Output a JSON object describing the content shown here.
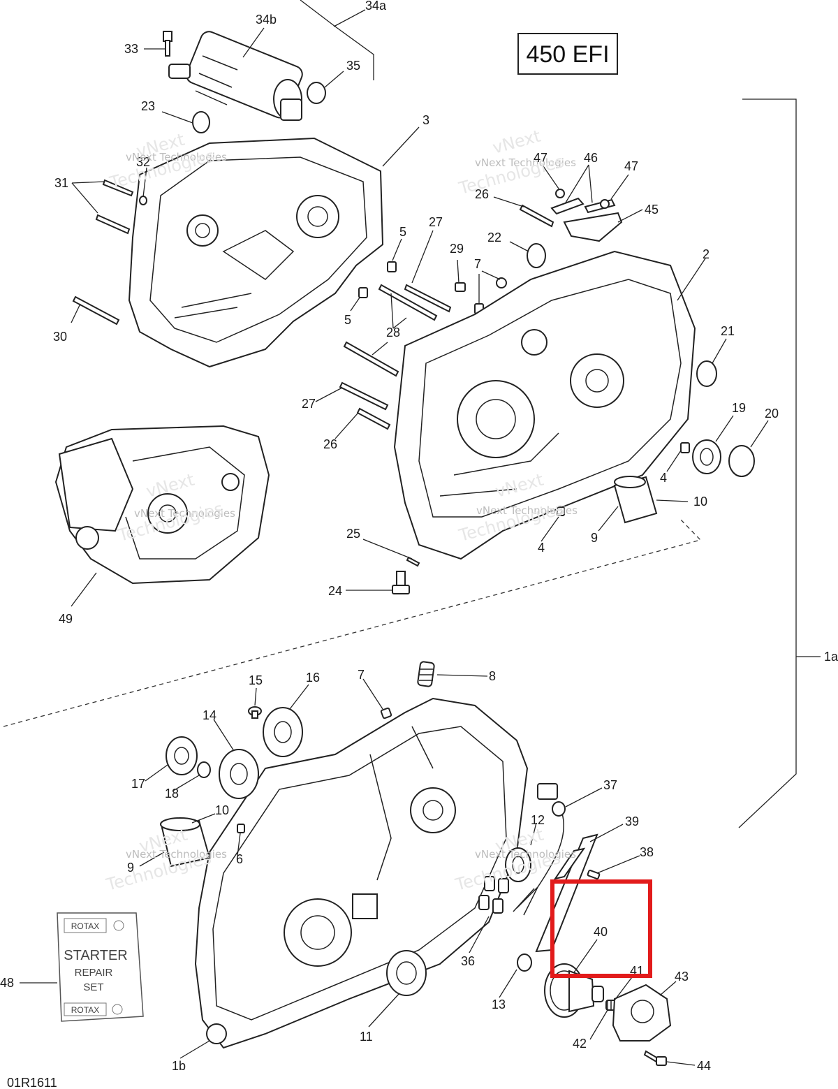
{
  "title": "450 EFI",
  "figure_code": "01R1611",
  "watermark": {
    "line1": "vNext Technologies",
    "line2": "Technologies",
    "top": "vNext"
  },
  "starter_set": {
    "brand": "ROTAX",
    "line1": "STARTER",
    "line2": "REPAIR",
    "line3": "SET"
  },
  "highlight": {
    "color": "#e21b1b",
    "target_label": "40"
  },
  "labels": [
    {
      "text": "34a"
    },
    {
      "text": "34b"
    },
    {
      "text": "33"
    },
    {
      "text": "35"
    },
    {
      "text": "23"
    },
    {
      "text": "3"
    },
    {
      "text": "32"
    },
    {
      "text": "31"
    },
    {
      "text": "30"
    },
    {
      "text": "5"
    },
    {
      "text": "27"
    },
    {
      "text": "29"
    },
    {
      "text": "7"
    },
    {
      "text": "22"
    },
    {
      "text": "5"
    },
    {
      "text": "28"
    },
    {
      "text": "47"
    },
    {
      "text": "46"
    },
    {
      "text": "47"
    },
    {
      "text": "26"
    },
    {
      "text": "45"
    },
    {
      "text": "2"
    },
    {
      "text": "21"
    },
    {
      "text": "19"
    },
    {
      "text": "20"
    },
    {
      "text": "27"
    },
    {
      "text": "26"
    },
    {
      "text": "4"
    },
    {
      "text": "10"
    },
    {
      "text": "9"
    },
    {
      "text": "4"
    },
    {
      "text": "25"
    },
    {
      "text": "24"
    },
    {
      "text": "49"
    },
    {
      "text": "1a"
    },
    {
      "text": "15"
    },
    {
      "text": "16"
    },
    {
      "text": "7"
    },
    {
      "text": "8"
    },
    {
      "text": "14"
    },
    {
      "text": "17"
    },
    {
      "text": "18"
    },
    {
      "text": "10"
    },
    {
      "text": "9"
    },
    {
      "text": "6"
    },
    {
      "text": "37"
    },
    {
      "text": "12"
    },
    {
      "text": "39"
    },
    {
      "text": "38"
    },
    {
      "text": "40"
    },
    {
      "text": "41"
    },
    {
      "text": "43"
    },
    {
      "text": "36"
    },
    {
      "text": "13"
    },
    {
      "text": "42"
    },
    {
      "text": "11"
    },
    {
      "text": "48"
    },
    {
      "text": "1b"
    },
    {
      "text": "44"
    }
  ]
}
